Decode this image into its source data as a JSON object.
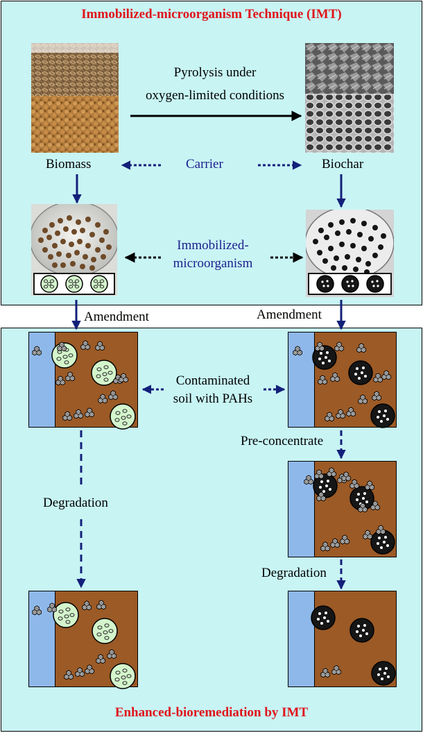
{
  "top_panel": {
    "title": "Immobilized-microorganism Technique (IMT)",
    "process": [
      "Pyrolysis under",
      "oxygen-limited conditions"
    ],
    "biomass_label": "Biomass",
    "biochar_label": "Biochar",
    "carrier_label": "Carrier",
    "immobilized_label": [
      "Immobilized-",
      "microorganism"
    ]
  },
  "transition": {
    "amendment_left": "Amendment",
    "amendment_right": "Amendment"
  },
  "bottom_panel": {
    "contaminated_label": [
      "Contaminated",
      "soil with PAHs"
    ],
    "pre_concentrate_label": "Pre-concentrate",
    "degradation_left": "Degradation",
    "degradation_right": "Degradation",
    "footer_title": "Enhanced-bioremediation by IMT"
  },
  "colors": {
    "panel_bg": "#c8f4f4",
    "title_red": "#e0141a",
    "arrow_navy": "#13207a",
    "soil_brown": "#9b5a26",
    "water_blue": "#8fb8ea",
    "bead_green": "#d4f5cc",
    "bead_black": "#161616"
  }
}
